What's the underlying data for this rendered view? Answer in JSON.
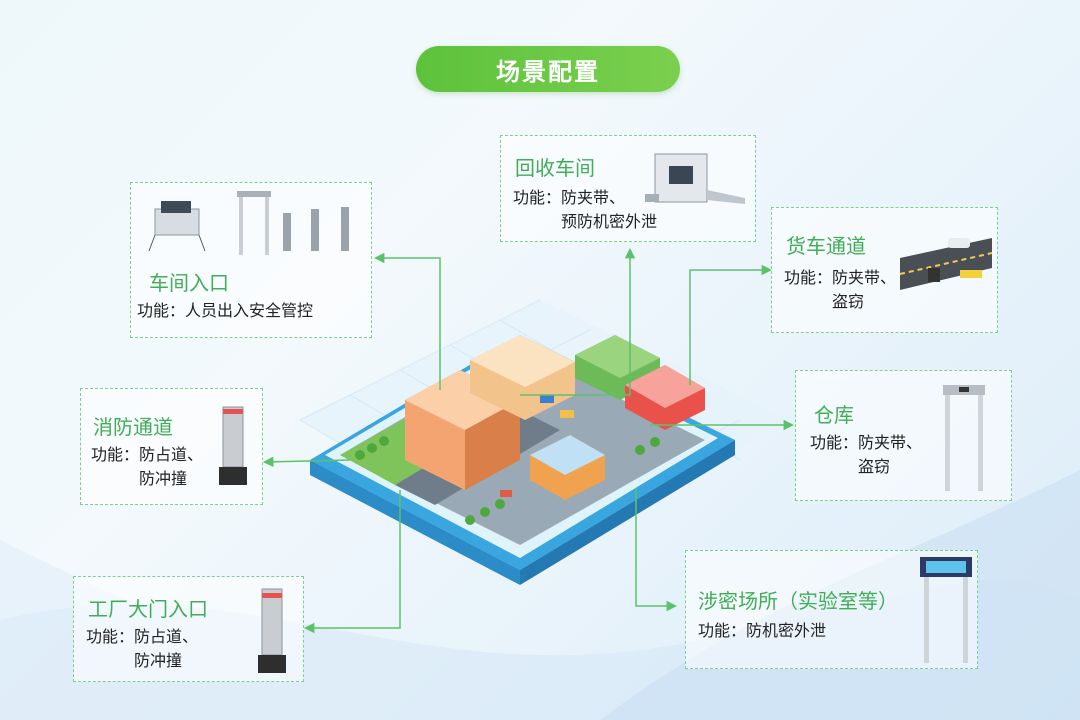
{
  "title": "场景配置",
  "cards": {
    "workshop_entrance": {
      "title": "车间入口",
      "function": "功能：人员出入安全管控"
    },
    "recycle_workshop": {
      "title": "回收车间",
      "function_line1": "功能：防夹带、",
      "function_line2": "预防机密外泄"
    },
    "truck_channel": {
      "title": "货车通道",
      "function_line1": "功能：防夹带、",
      "function_line2": "盗窃"
    },
    "fire_channel": {
      "title": "消防通道",
      "function_line1": "功能：防占道、",
      "function_line2": "防冲撞"
    },
    "warehouse": {
      "title": "仓库",
      "function_line1": "功能：防夹带、",
      "function_line2": "盗窃"
    },
    "factory_gate": {
      "title": "工厂大门入口",
      "function_line1": "功能：防占道、",
      "function_line2": "防冲撞"
    },
    "classified_site": {
      "title": "涉密场所（实验室等）",
      "function": "功能：防机密外泄"
    }
  },
  "colors": {
    "accent_green": "#5cc23c",
    "title_green": "#3fae57",
    "connector_green": "#5cc26a"
  }
}
